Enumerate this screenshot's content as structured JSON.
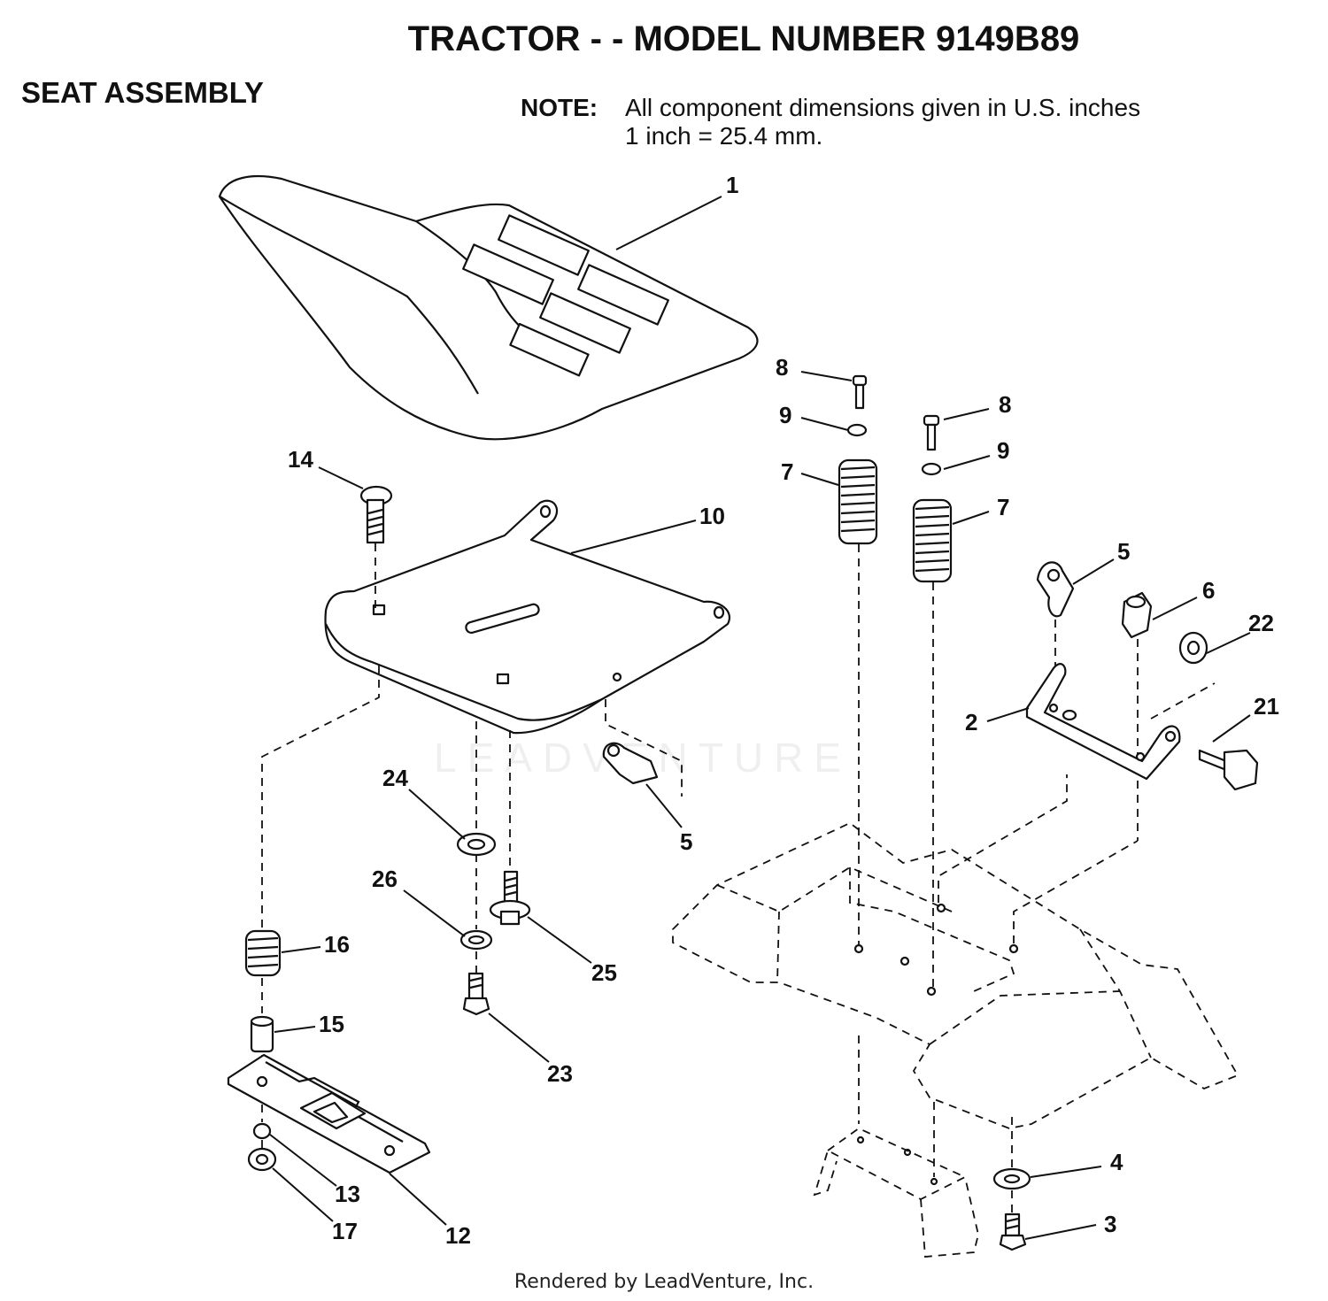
{
  "header": {
    "title": "TRACTOR - - MODEL NUMBER 9149B89",
    "section": "SEAT ASSEMBLY",
    "note_label": "NOTE:",
    "note_line1": "All component dimensions given in U.S. inches",
    "note_line2": "1 inch = 25.4 mm."
  },
  "watermark": "LEADVENTURE",
  "footer": "Rendered by LeadVenture, Inc.",
  "callouts": [
    "1",
    "8",
    "9",
    "7",
    "8",
    "9",
    "7",
    "14",
    "10",
    "5",
    "6",
    "22",
    "21",
    "2",
    "24",
    "5",
    "26",
    "25",
    "16",
    "15",
    "23",
    "4",
    "3",
    "13",
    "17",
    "12"
  ]
}
